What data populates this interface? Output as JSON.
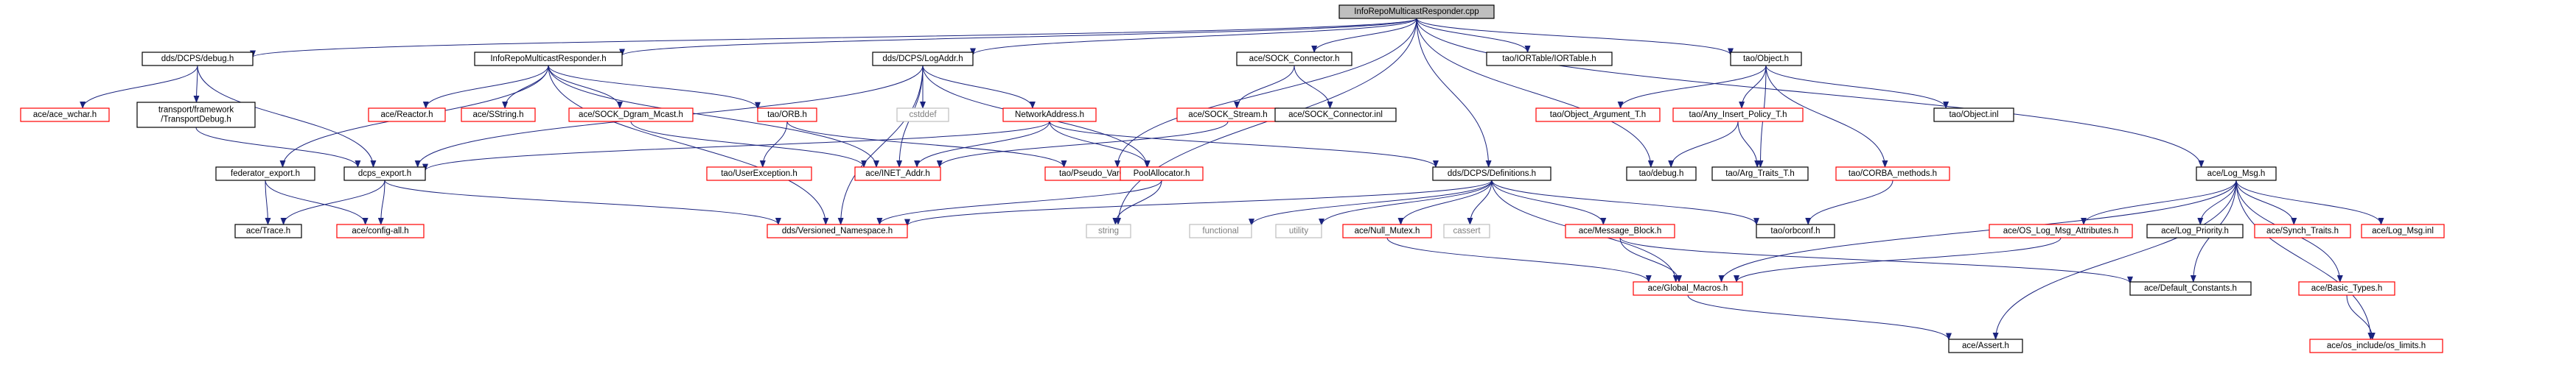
{
  "colors": {
    "edge": "#1a237e",
    "root_fill": "#bfbfbf",
    "local_border": "#000000",
    "external_border": "#ff0000",
    "system_border": "#bfbfbf",
    "system_text": "#7f7f7f"
  },
  "nodes": [
    {
      "id": "root",
      "label": "InfoRepoMulticastResponder.cpp",
      "kind": "root"
    },
    {
      "id": "debug_h",
      "label": "dds/DCPS/debug.h",
      "kind": "local"
    },
    {
      "id": "irmr_h",
      "label": "InfoRepoMulticastResponder.h",
      "kind": "local"
    },
    {
      "id": "logaddr_h",
      "label": "dds/DCPS/LogAddr.h",
      "kind": "local"
    },
    {
      "id": "sock_conn_h",
      "label": "ace/SOCK_Connector.h",
      "kind": "local"
    },
    {
      "id": "iortable_h",
      "label": "tao/IORTable/IORTable.h",
      "kind": "local"
    },
    {
      "id": "object_h",
      "label": "tao/Object.h",
      "kind": "local"
    },
    {
      "id": "logmsg_h",
      "label": "ace/Log_Msg.h",
      "kind": "local"
    },
    {
      "id": "ace_wchar",
      "label": "ace/ace_wchar.h",
      "kind": "external"
    },
    {
      "id": "transport_debug",
      "label": "transport/framework\n/TransportDebug.h",
      "kind": "local"
    },
    {
      "id": "reactor",
      "label": "ace/Reactor.h",
      "kind": "external"
    },
    {
      "id": "sstring",
      "label": "ace/SString.h",
      "kind": "external"
    },
    {
      "id": "sock_dgram",
      "label": "ace/SOCK_Dgram_Mcast.h",
      "kind": "external"
    },
    {
      "id": "orb_h",
      "label": "tao/ORB.h",
      "kind": "external"
    },
    {
      "id": "cstddef",
      "label": "cstddef",
      "kind": "system"
    },
    {
      "id": "netaddr",
      "label": "NetworkAddress.h",
      "kind": "external"
    },
    {
      "id": "sock_stream",
      "label": "ace/SOCK_Stream.h",
      "kind": "external"
    },
    {
      "id": "sock_conn_inl",
      "label": "ace/SOCK_Connector.inl",
      "kind": "local"
    },
    {
      "id": "obj_arg",
      "label": "tao/Object_Argument_T.h",
      "kind": "external"
    },
    {
      "id": "any_insert",
      "label": "tao/Any_Insert_Policy_T.h",
      "kind": "external"
    },
    {
      "id": "object_inl",
      "label": "tao/Object.inl",
      "kind": "local"
    },
    {
      "id": "federator",
      "label": "federator_export.h",
      "kind": "local"
    },
    {
      "id": "dcps_export",
      "label": "dcps_export.h",
      "kind": "local"
    },
    {
      "id": "inet_addr",
      "label": "ace/INET_Addr.h",
      "kind": "external"
    },
    {
      "id": "user_exc",
      "label": "tao/UserException.h",
      "kind": "external"
    },
    {
      "id": "pseudo_var",
      "label": "tao/Pseudo_VarOut_T.h",
      "kind": "external"
    },
    {
      "id": "pool_alloc",
      "label": "PoolAllocator.h",
      "kind": "external"
    },
    {
      "id": "definitions",
      "label": "dds/DCPS/Definitions.h",
      "kind": "local"
    },
    {
      "id": "tao_debug",
      "label": "tao/debug.h",
      "kind": "local"
    },
    {
      "id": "arg_traits",
      "label": "tao/Arg_Traits_T.h",
      "kind": "local"
    },
    {
      "id": "corba_methods",
      "label": "tao/CORBA_methods.h",
      "kind": "external"
    },
    {
      "id": "os_log_msg",
      "label": "ace/OS_Log_Msg_Attributes.h",
      "kind": "external"
    },
    {
      "id": "log_priority",
      "label": "ace/Log_Priority.h",
      "kind": "local"
    },
    {
      "id": "synch_traits",
      "label": "ace/Synch_Traits.h",
      "kind": "external"
    },
    {
      "id": "logmsg_inl",
      "label": "ace/Log_Msg.inl",
      "kind": "external"
    },
    {
      "id": "ace_trace",
      "label": "ace/Trace.h",
      "kind": "local"
    },
    {
      "id": "config_all",
      "label": "ace/config-all.h",
      "kind": "external"
    },
    {
      "id": "versioned_ns",
      "label": "dds/Versioned_Namespace.h",
      "kind": "external"
    },
    {
      "id": "string",
      "label": "string",
      "kind": "system"
    },
    {
      "id": "functional",
      "label": "functional",
      "kind": "system"
    },
    {
      "id": "utility",
      "label": "utility",
      "kind": "system"
    },
    {
      "id": "null_mutex",
      "label": "ace/Null_Mutex.h",
      "kind": "external"
    },
    {
      "id": "cassert",
      "label": "cassert",
      "kind": "system"
    },
    {
      "id": "msg_block",
      "label": "ace/Message_Block.h",
      "kind": "external"
    },
    {
      "id": "orbconf",
      "label": "tao/orbconf.h",
      "kind": "local"
    },
    {
      "id": "default_const",
      "label": "ace/Default_Constants.h",
      "kind": "local"
    },
    {
      "id": "basic_types",
      "label": "ace/Basic_Types.h",
      "kind": "external"
    },
    {
      "id": "global_macros",
      "label": "ace/Global_Macros.h",
      "kind": "external"
    },
    {
      "id": "os_limits",
      "label": "ace/os_include/os_limits.h",
      "kind": "external"
    },
    {
      "id": "ace_assert",
      "label": "ace/Assert.h",
      "kind": "local"
    }
  ]
}
